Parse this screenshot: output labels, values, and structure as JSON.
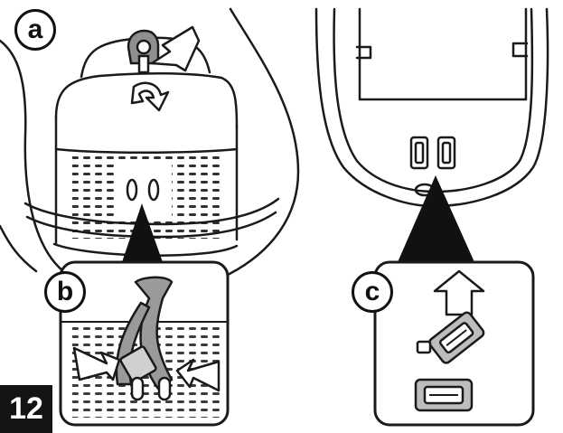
{
  "labels": {
    "a": "a",
    "b": "b",
    "c": "c"
  },
  "step_number": "12",
  "colors": {
    "line": "#1a1a1a",
    "strap": "#9a9a9a",
    "connector": "#bdbdbd",
    "badge_bg": "#141414",
    "badge_text": "#ffffff"
  }
}
